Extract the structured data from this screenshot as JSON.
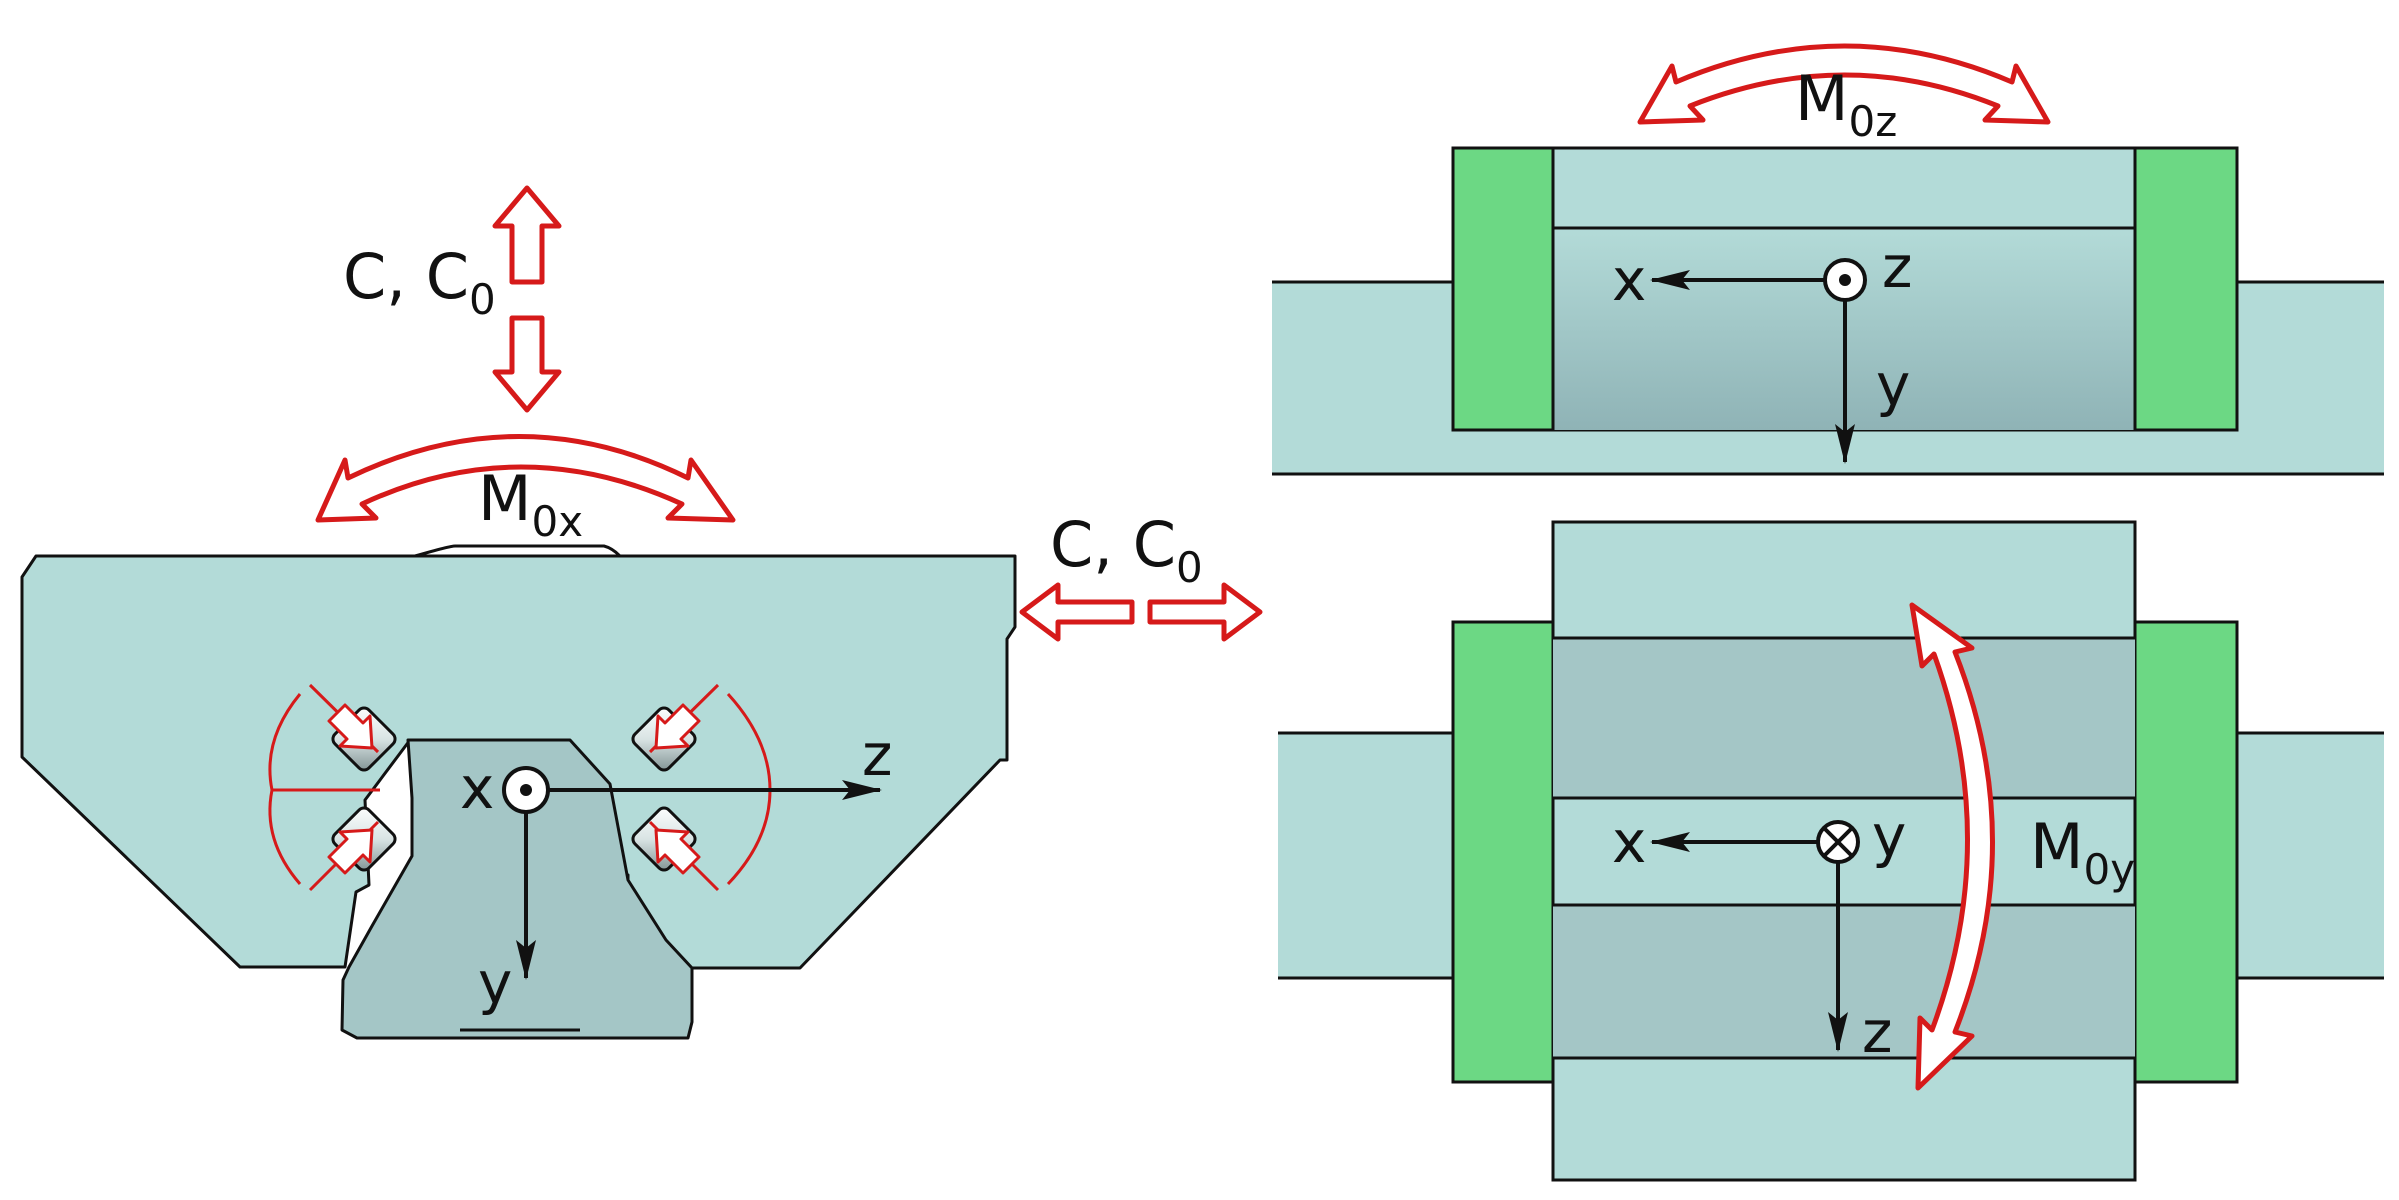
{
  "colors": {
    "body_fill": "#b3dbd8",
    "block_shade": "#8fb3b6",
    "end_cap": "#6cd884",
    "arrow_red": "#d61a1a",
    "ink": "#111111"
  },
  "left_view": {
    "load_label": {
      "main": "C, C",
      "sub": "0"
    },
    "moment_label": {
      "main": "M",
      "sub": "0x"
    },
    "axes": {
      "origin": "x",
      "horizontal": "z",
      "vertical": "y"
    },
    "origin_symbol": "dot-circle-icon"
  },
  "middle_label": {
    "main": "C, C",
    "sub": "0"
  },
  "top_right_view": {
    "moment_label": {
      "main": "M",
      "sub": "0z"
    },
    "axes": {
      "origin": "z",
      "horizontal": "x",
      "vertical": "y"
    },
    "origin_symbol": "dot-circle-icon"
  },
  "bottom_right_view": {
    "moment_label": {
      "main": "M",
      "sub": "0y"
    },
    "axes": {
      "origin": "y",
      "horizontal": "x",
      "vertical": "z"
    },
    "origin_symbol": "cross-circle-icon"
  }
}
